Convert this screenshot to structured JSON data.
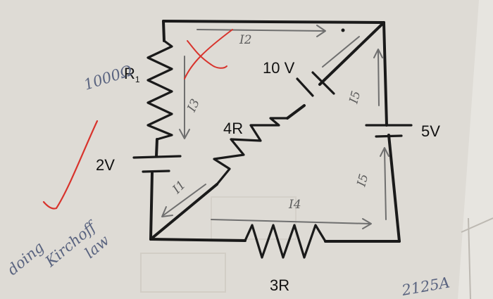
{
  "components": {
    "r1": {
      "name": "R",
      "subscript": "1",
      "value_note": "1000Ω"
    },
    "battery_10v": "10 V",
    "battery_5v": "5V",
    "battery_2v": "2V",
    "resistor_4r": "4R",
    "resistor_3r": "3R"
  },
  "currents": {
    "i1": "I1",
    "i2": "I2",
    "i3": "I3",
    "i4": "I4",
    "i5_upper": "I5",
    "i5_lower": "I5"
  },
  "annotations": {
    "note_line_1": "doing",
    "note_line_2": "Kirchoff",
    "note_line_3": "law",
    "corner_text": "2125A"
  },
  "colors": {
    "paper": "#d9d6cf",
    "wire": "#1a1a1a",
    "pencil": "#6f6f6f",
    "red_pen": "#d8332c",
    "blue_ink": "#55607a"
  },
  "icons": [
    "red-check-mark-icon",
    "red-cross-mark-icon"
  ]
}
